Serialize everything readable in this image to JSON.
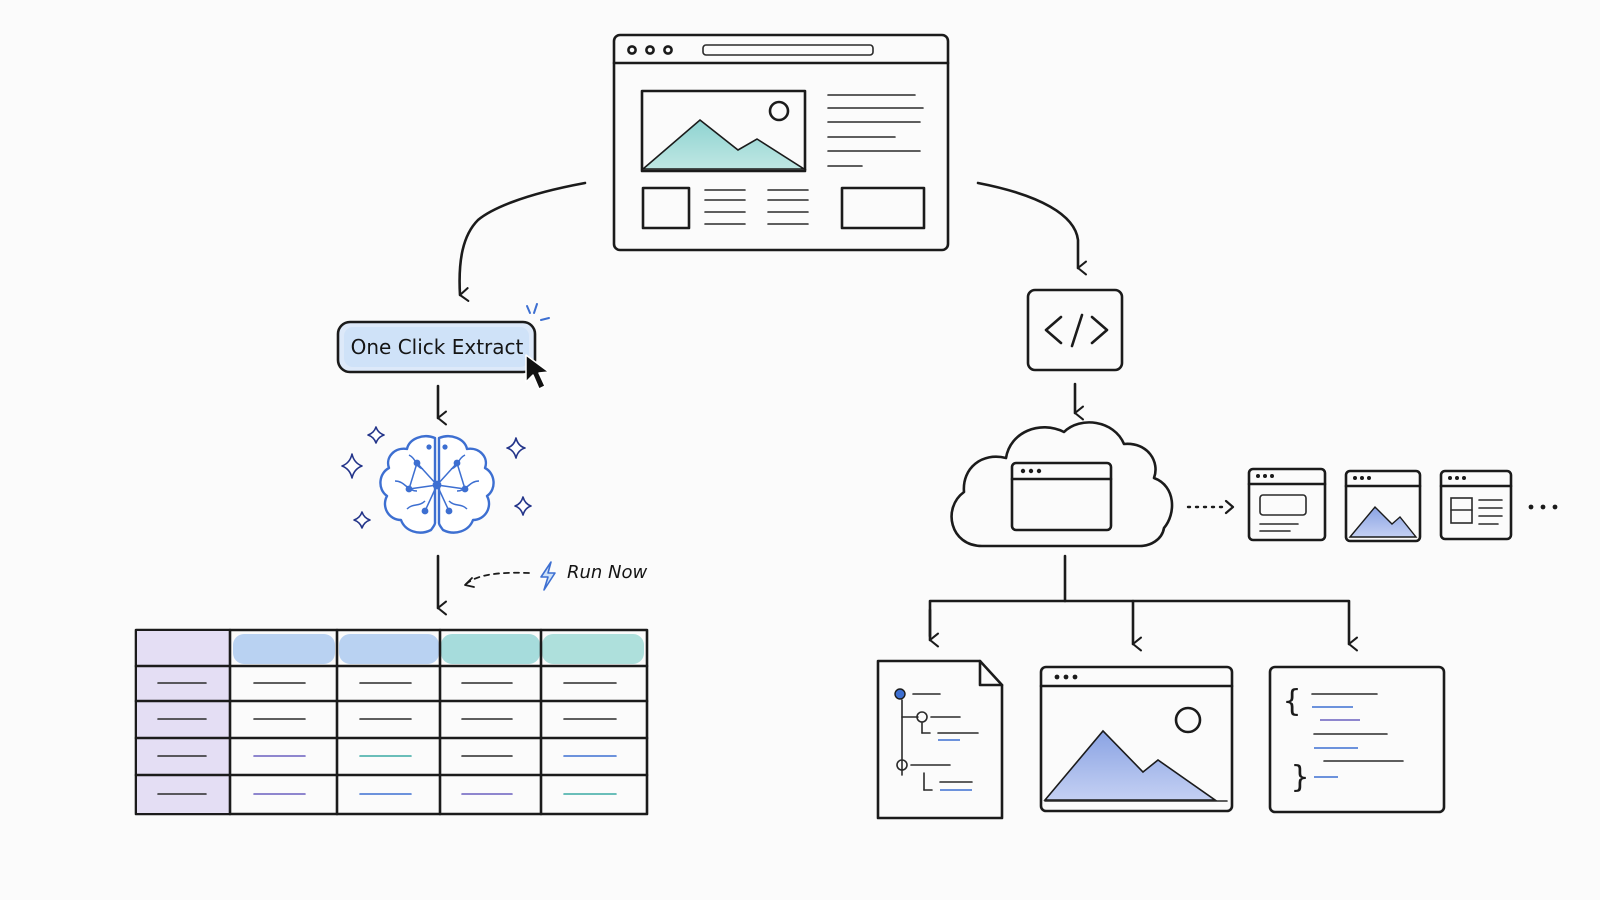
{
  "diagram": {
    "extract_button": {
      "label": "One Click Extract"
    },
    "run_now": {
      "label": "Run Now"
    },
    "icons": {
      "webpage": "browser-window-icon",
      "code": "code-brackets-icon",
      "cloud": "cloud-icon",
      "brain": "ai-brain-icon",
      "bolt": "lightning-bolt-icon",
      "cursor": "mouse-pointer-icon"
    },
    "colors": {
      "ink": "#1b1b1b",
      "blue_wash": "#b9d2f2",
      "teal_wash": "#a6dcdc",
      "lavender_wash": "#ddd8f2",
      "brain_blue": "#3d6fd1"
    },
    "table": {
      "rows": 5,
      "columns": 5
    }
  }
}
